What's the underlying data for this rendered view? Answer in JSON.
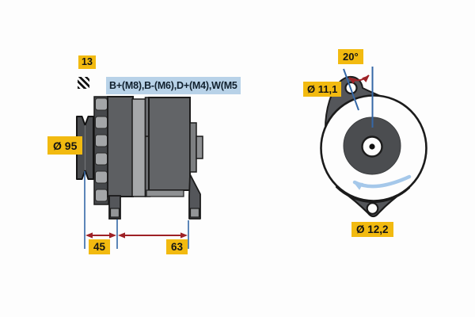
{
  "diagram_title": "alternator-dimension-diagram",
  "colors": {
    "background": "#fdfdfd",
    "accent_yellow": "#F2BA10",
    "label_blue_bg": "#B8D2E8",
    "dimension_red": "#9E2126",
    "reference_line_blue": "#3568A7",
    "rotation_arrow_blue": "#A5C8EA",
    "body_dark_gray": "#54565A",
    "body_light_gray": "#A4A6A8",
    "outline": "#1B1B1B"
  },
  "side_view": {
    "position_ref": "13",
    "terminals": "B+(M8),B-(M6),D+(M4),W(M5",
    "pulley_diameter": "Ø 95",
    "dim_pulley_center_to_front_foot": "45",
    "dim_front_foot_to_rear_foot": "63"
  },
  "front_view": {
    "mount_hole_angle": "20°",
    "upper_mount_hole_diameter": "Ø 11,1",
    "lower_mount_hole_diameter": "Ø 12,2"
  },
  "icons": {
    "hatch": "hatch-pattern-icon",
    "rotation": "rotation-direction-arrow-icon"
  }
}
